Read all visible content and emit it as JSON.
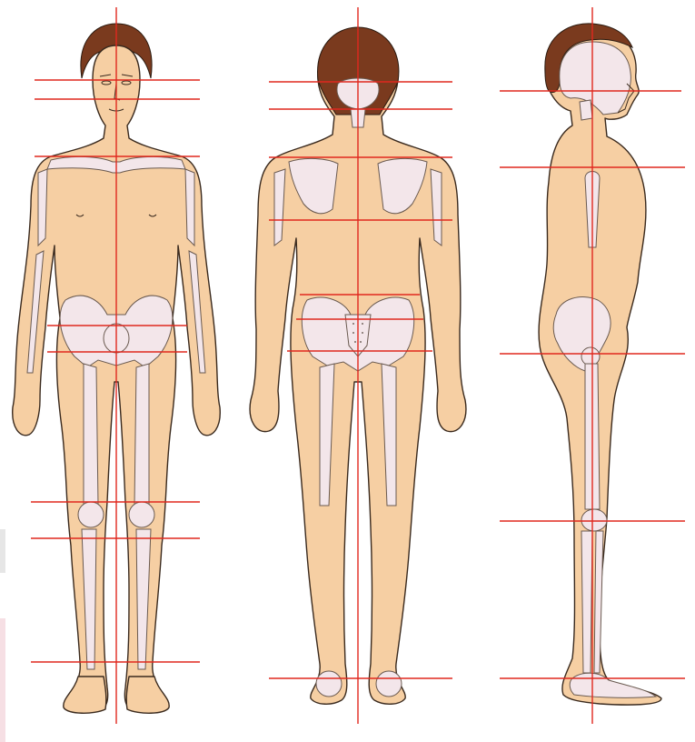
{
  "colors": {
    "skin": "#f6cfa3",
    "bone": "#f3e6ea",
    "hair": "#7a3a1e",
    "reference_line": "#e0281e",
    "background": "#ffffff"
  },
  "figures": [
    {
      "view": "anterior"
    },
    {
      "view": "posterior"
    },
    {
      "view": "lateral"
    }
  ]
}
